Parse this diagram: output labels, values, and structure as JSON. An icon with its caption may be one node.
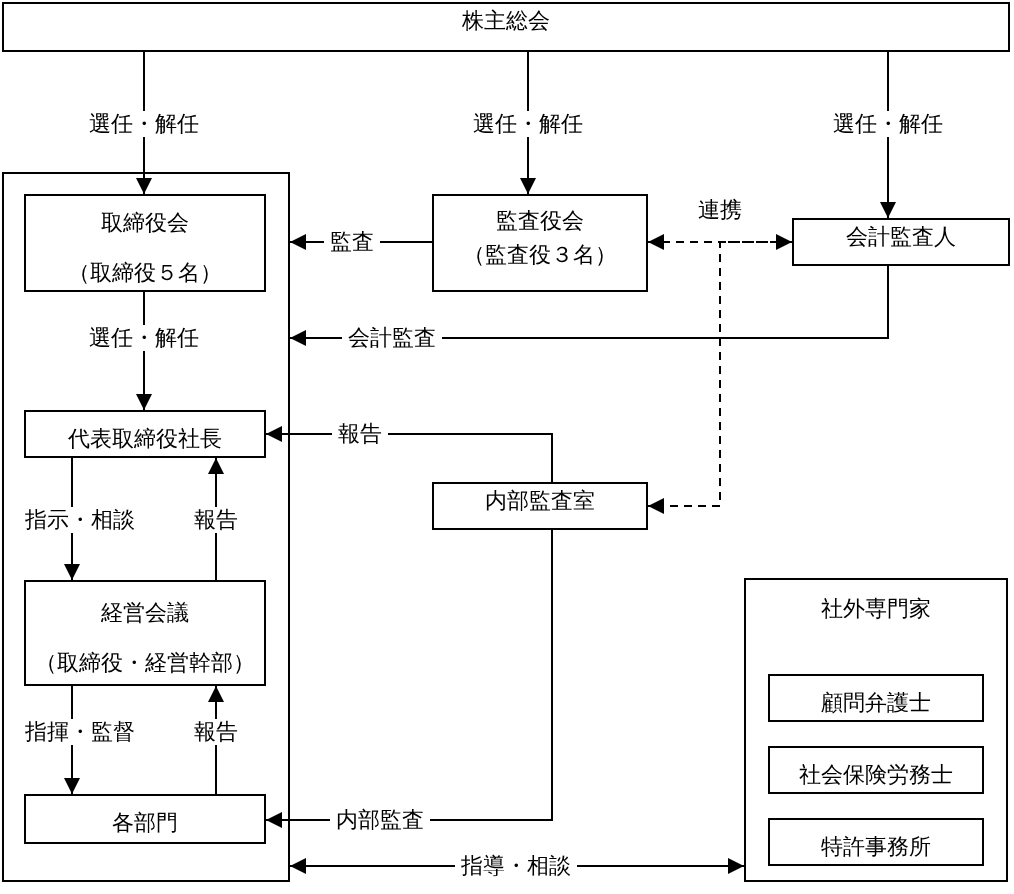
{
  "diagram": {
    "nodes": [
      {
        "text": [
          "株主総会"
        ]
      },
      {
        "text": [],
        "shape": "box"
      },
      {
        "text": [
          "取締役会",
          "（取締役５名）"
        ],
        "in": 1
      },
      {
        "text": [
          "代表取締役社長"
        ],
        "in": 1
      },
      {
        "text": [
          "経営会議",
          "（取締役・経営幹部）"
        ],
        "in": 1
      },
      {
        "text": [
          "各部門"
        ],
        "in": 1
      },
      {
        "text": [
          "監査役会",
          "（監査役３名）"
        ]
      },
      {
        "text": [
          "会計監査人"
        ]
      },
      {
        "text": [
          "内部監査室"
        ]
      },
      {
        "text": [
          "社外専門家"
        ]
      },
      {
        "text": [
          "顧問弁護士"
        ],
        "in": 9
      },
      {
        "text": [
          "社会保険労務士"
        ],
        "in": 9
      },
      {
        "text": [
          "特許事務所"
        ],
        "in": 9
      }
    ],
    "edges": [
      {
        "from": 0,
        "to": 2,
        "arrow": "to",
        "label": "選任・解任"
      },
      {
        "from": 0,
        "to": 6,
        "arrow": "to",
        "label": "選任・解任"
      },
      {
        "from": 0,
        "to": 7,
        "arrow": "to",
        "label": "選任・解任"
      },
      {
        "from": 6,
        "to": 1,
        "arrow": "to",
        "label": "監査"
      },
      {
        "from": 6,
        "to": 7,
        "arrow": "both",
        "label": "連携",
        "style": "dashed"
      },
      {
        "from": 7,
        "to": 8,
        "arrow": "to",
        "style": "dashed"
      },
      {
        "from": 7,
        "to": 1,
        "arrow": "to",
        "label": "会計監査"
      },
      {
        "from": 2,
        "to": 3,
        "arrow": "to",
        "label": "選任・解任"
      },
      {
        "from": 8,
        "to": 3,
        "arrow": "to",
        "label": "報告"
      },
      {
        "from": 3,
        "to": 4,
        "arrow": "to",
        "label": "指示・相談"
      },
      {
        "from": 4,
        "to": 3,
        "arrow": "to",
        "label": "報告"
      },
      {
        "from": 4,
        "to": 5,
        "arrow": "to",
        "label": "指揮・監督"
      },
      {
        "from": 5,
        "to": 4,
        "arrow": "to",
        "label": "報告"
      },
      {
        "from": 8,
        "to": 5,
        "arrow": "to",
        "label": "内部監査"
      },
      {
        "from": 1,
        "to": 9,
        "arrow": "both",
        "label": "指導・相談"
      }
    ]
  }
}
